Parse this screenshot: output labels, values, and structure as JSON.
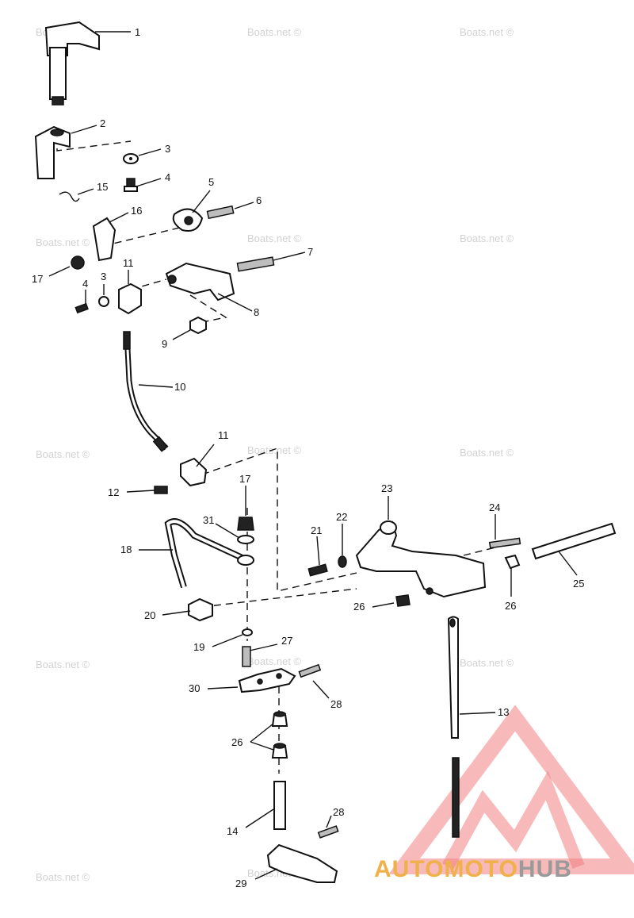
{
  "watermark": "Boats.net ©",
  "logo": {
    "text_colored": "AUTOMOTO",
    "text_gray": "HUB",
    "colors": {
      "triangle": "#f08080",
      "orange": "#f0b04a",
      "gray": "#9a9a9a"
    }
  },
  "callouts": [
    "1",
    "2",
    "3",
    "4",
    "15",
    "5",
    "6",
    "16",
    "17",
    "11",
    "4",
    "3",
    "7",
    "8",
    "9",
    "10",
    "11",
    "12",
    "17",
    "31",
    "18",
    "20",
    "19",
    "27",
    "30",
    "28",
    "26",
    "14",
    "28",
    "29",
    "21",
    "22",
    "23",
    "24",
    "25",
    "26",
    "26",
    "13"
  ]
}
